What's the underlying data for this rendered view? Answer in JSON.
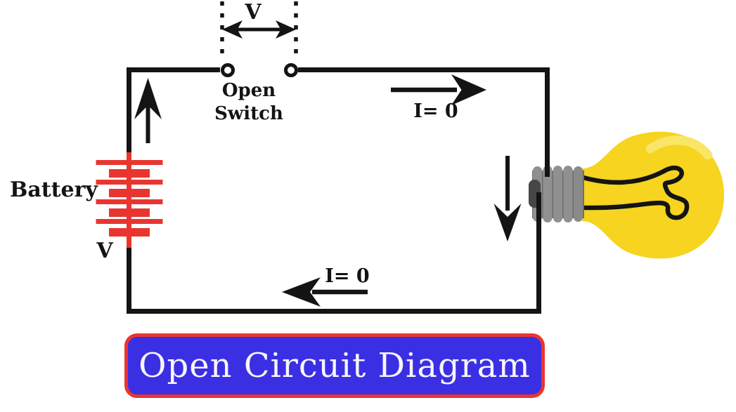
{
  "diagram": {
    "title_banner": {
      "text": "Open Circuit Diagram",
      "background_color": "#3B2FE4",
      "border_color": "#E93530",
      "text_color": "#F7F6FC"
    },
    "labels": {
      "switch_gap_voltage": "V",
      "open_switch_line1": "Open",
      "open_switch_line2": "Switch",
      "battery": "Battery",
      "battery_voltage": "V",
      "current_top": "I= 0",
      "current_bottom": "I= 0"
    },
    "components": {
      "battery_symbol": "battery-cells-icon",
      "switch": "open-switch-terminals",
      "load": "light-bulb-icon",
      "current_arrows": [
        "up",
        "right",
        "down",
        "left"
      ],
      "voltage_marker": "double-headed-arrow"
    },
    "colors": {
      "wire": "#141414",
      "battery_red": "#E93530",
      "bulb_yellow": "#F6D41F",
      "bulb_highlight": "#F9E566",
      "base_gray": "#909090",
      "base_gray_dark": "#6E6E6E",
      "contact_gray": "#474747"
    }
  }
}
